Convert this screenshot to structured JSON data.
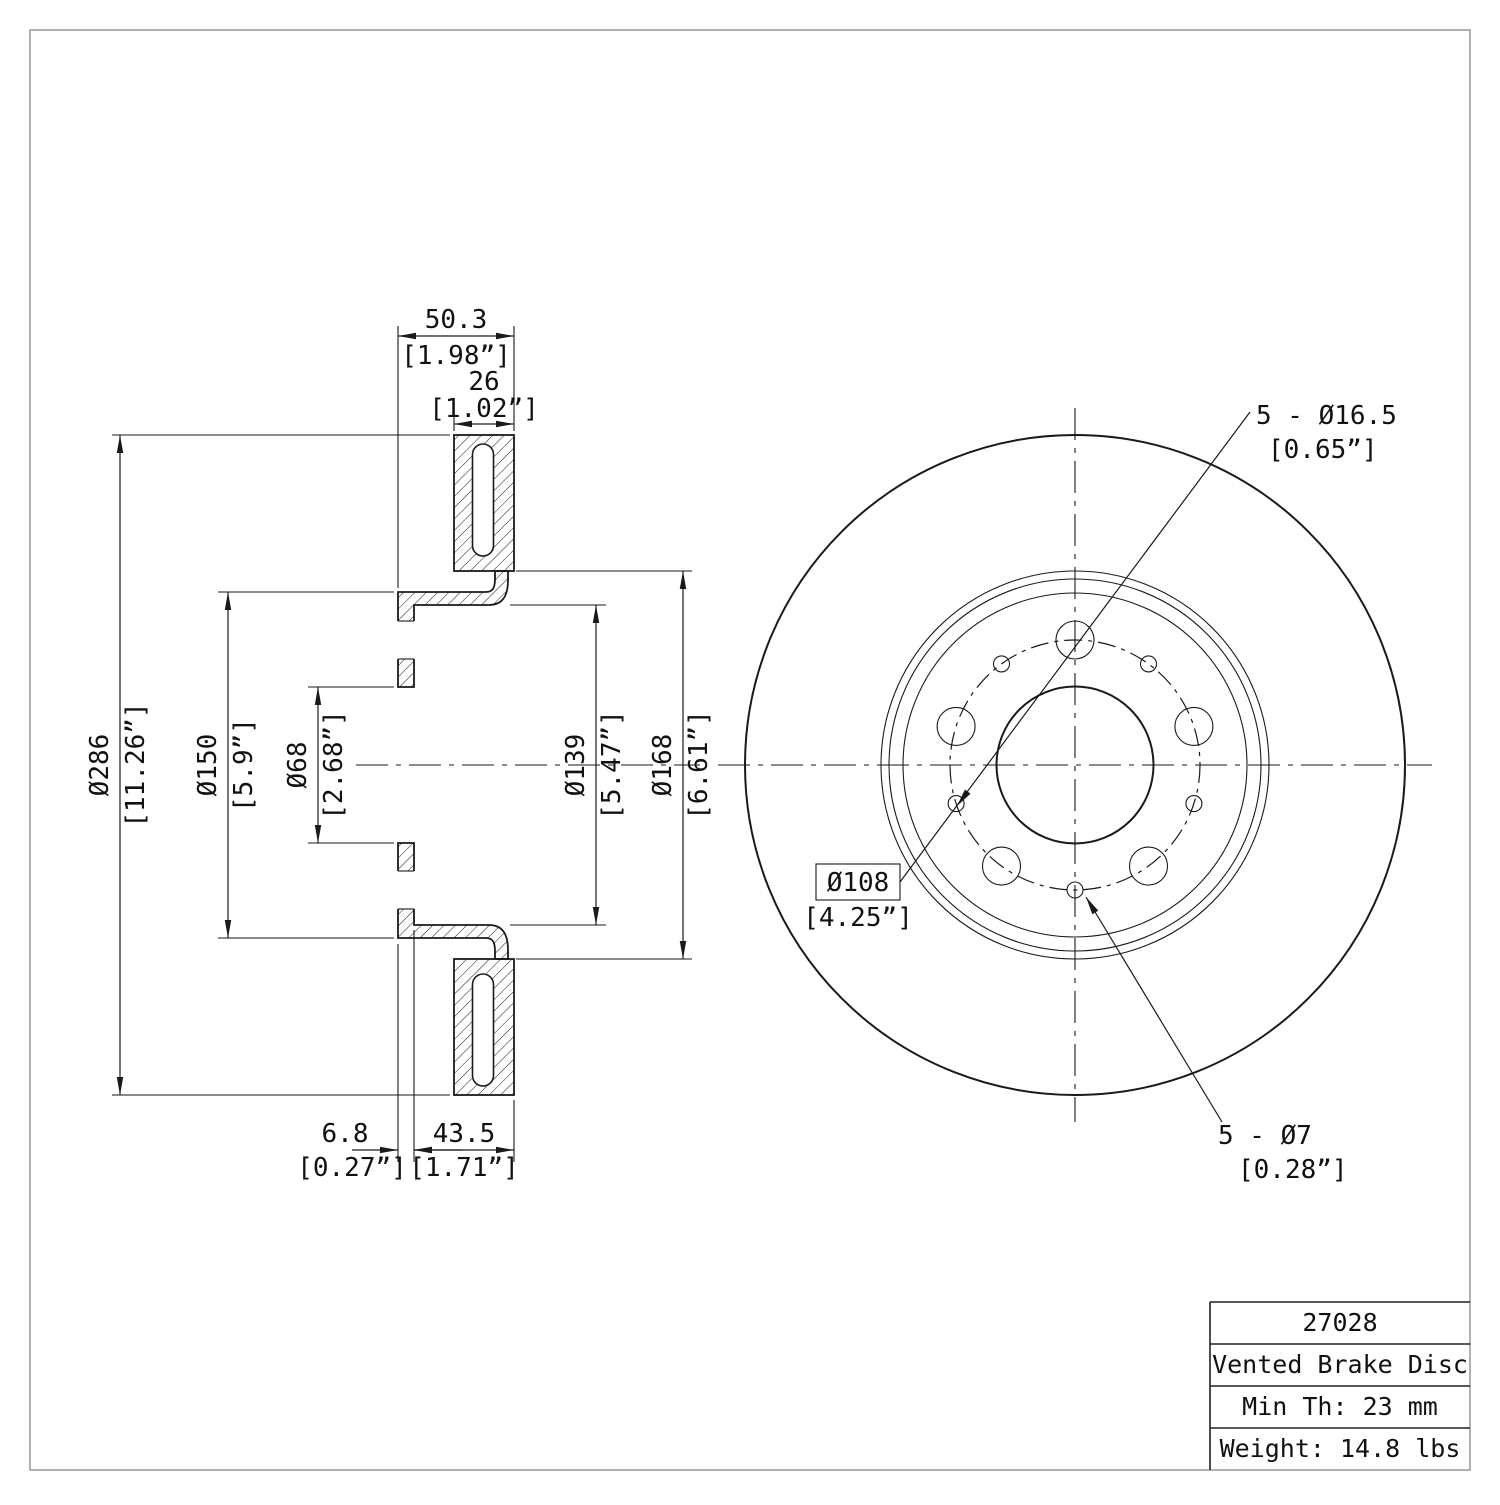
{
  "section": {
    "width_total": {
      "mm": "50.3",
      "in": "[1.98”]"
    },
    "thickness": {
      "mm": "26",
      "in": "[1.02”]"
    },
    "outer_dia": {
      "mm": "Ø286",
      "in": "[11.26”]"
    },
    "hat_dia": {
      "mm": "Ø150",
      "in": "[5.9”]"
    },
    "bore_dia": {
      "mm": "Ø68",
      "in": "[2.68”]"
    },
    "hat_inner_dia": {
      "mm": "Ø139",
      "in": "[5.47”]"
    },
    "ring_inner_dia": {
      "mm": "Ø168",
      "in": "[6.61”]"
    },
    "wall": {
      "mm": "6.8",
      "in": "[0.27”]"
    },
    "hat_depth": {
      "mm": "43.5",
      "in": "[1.71”]"
    }
  },
  "front": {
    "bolt_holes": {
      "mm": "5 - Ø16.5",
      "in": "[0.65”]"
    },
    "bolt_circle": {
      "mm": "Ø108",
      "in": "[4.25”]"
    },
    "vent_holes": {
      "mm": "5 - Ø7",
      "in": "[0.28”]"
    }
  },
  "title_block": {
    "part_number": "27028",
    "description": "Vented Brake Disc",
    "min_thickness": "Min Th: 23 mm",
    "weight": "Weight: 14.8 lbs"
  }
}
